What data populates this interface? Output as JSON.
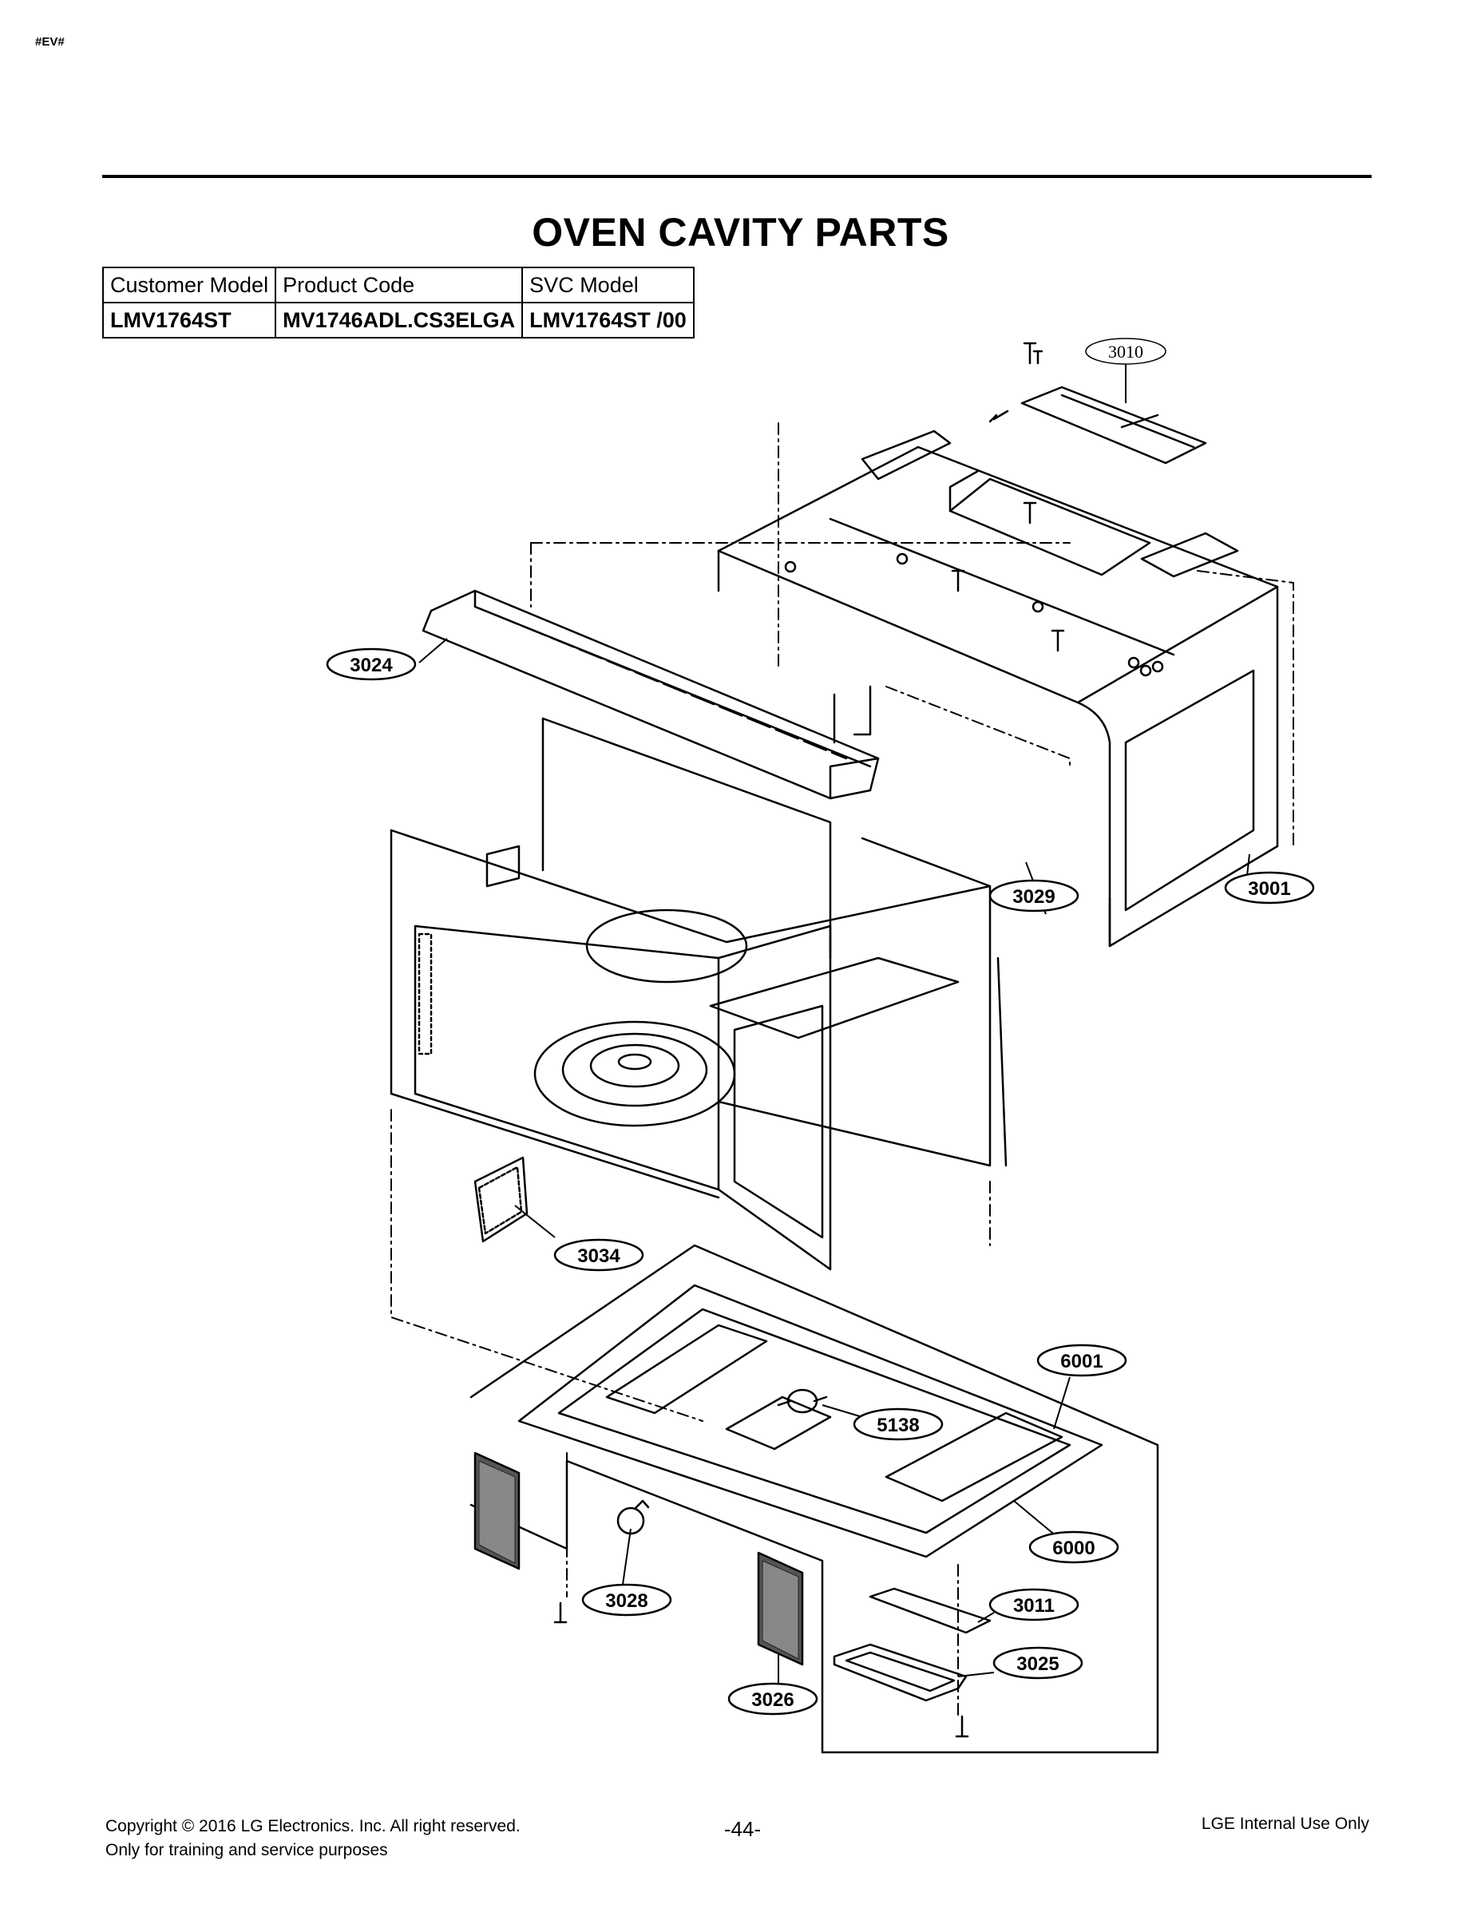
{
  "page_tag": "#EV#",
  "title": "OVEN CAVITY PARTS",
  "model_table": {
    "headers": [
      "Customer Model",
      "Product Code",
      "SVC Model"
    ],
    "row": [
      "LMV1764ST",
      "MV1746ADL.CS3ELGA",
      "LMV1764ST /00"
    ]
  },
  "diagram": {
    "parts": [
      {
        "id": "p3010",
        "label": "3010"
      },
      {
        "id": "p3024",
        "label": "3024"
      },
      {
        "id": "p3029",
        "label": "3029"
      },
      {
        "id": "p3001",
        "label": "3001"
      },
      {
        "id": "p3034",
        "label": "3034"
      },
      {
        "id": "p6001",
        "label": "6001"
      },
      {
        "id": "p5138",
        "label": "5138"
      },
      {
        "id": "p6000",
        "label": "6000"
      },
      {
        "id": "p3028",
        "label": "3028"
      },
      {
        "id": "p3011",
        "label": "3011"
      },
      {
        "id": "p3025",
        "label": "3025"
      },
      {
        "id": "p3026",
        "label": "3026"
      }
    ]
  },
  "footer": {
    "copyright": "Copyright © 2016 LG Electronics. Inc. All right reserved.",
    "purpose": "Only for training and service purposes",
    "page_number": "-44-",
    "notice": "LGE Internal Use Only"
  }
}
